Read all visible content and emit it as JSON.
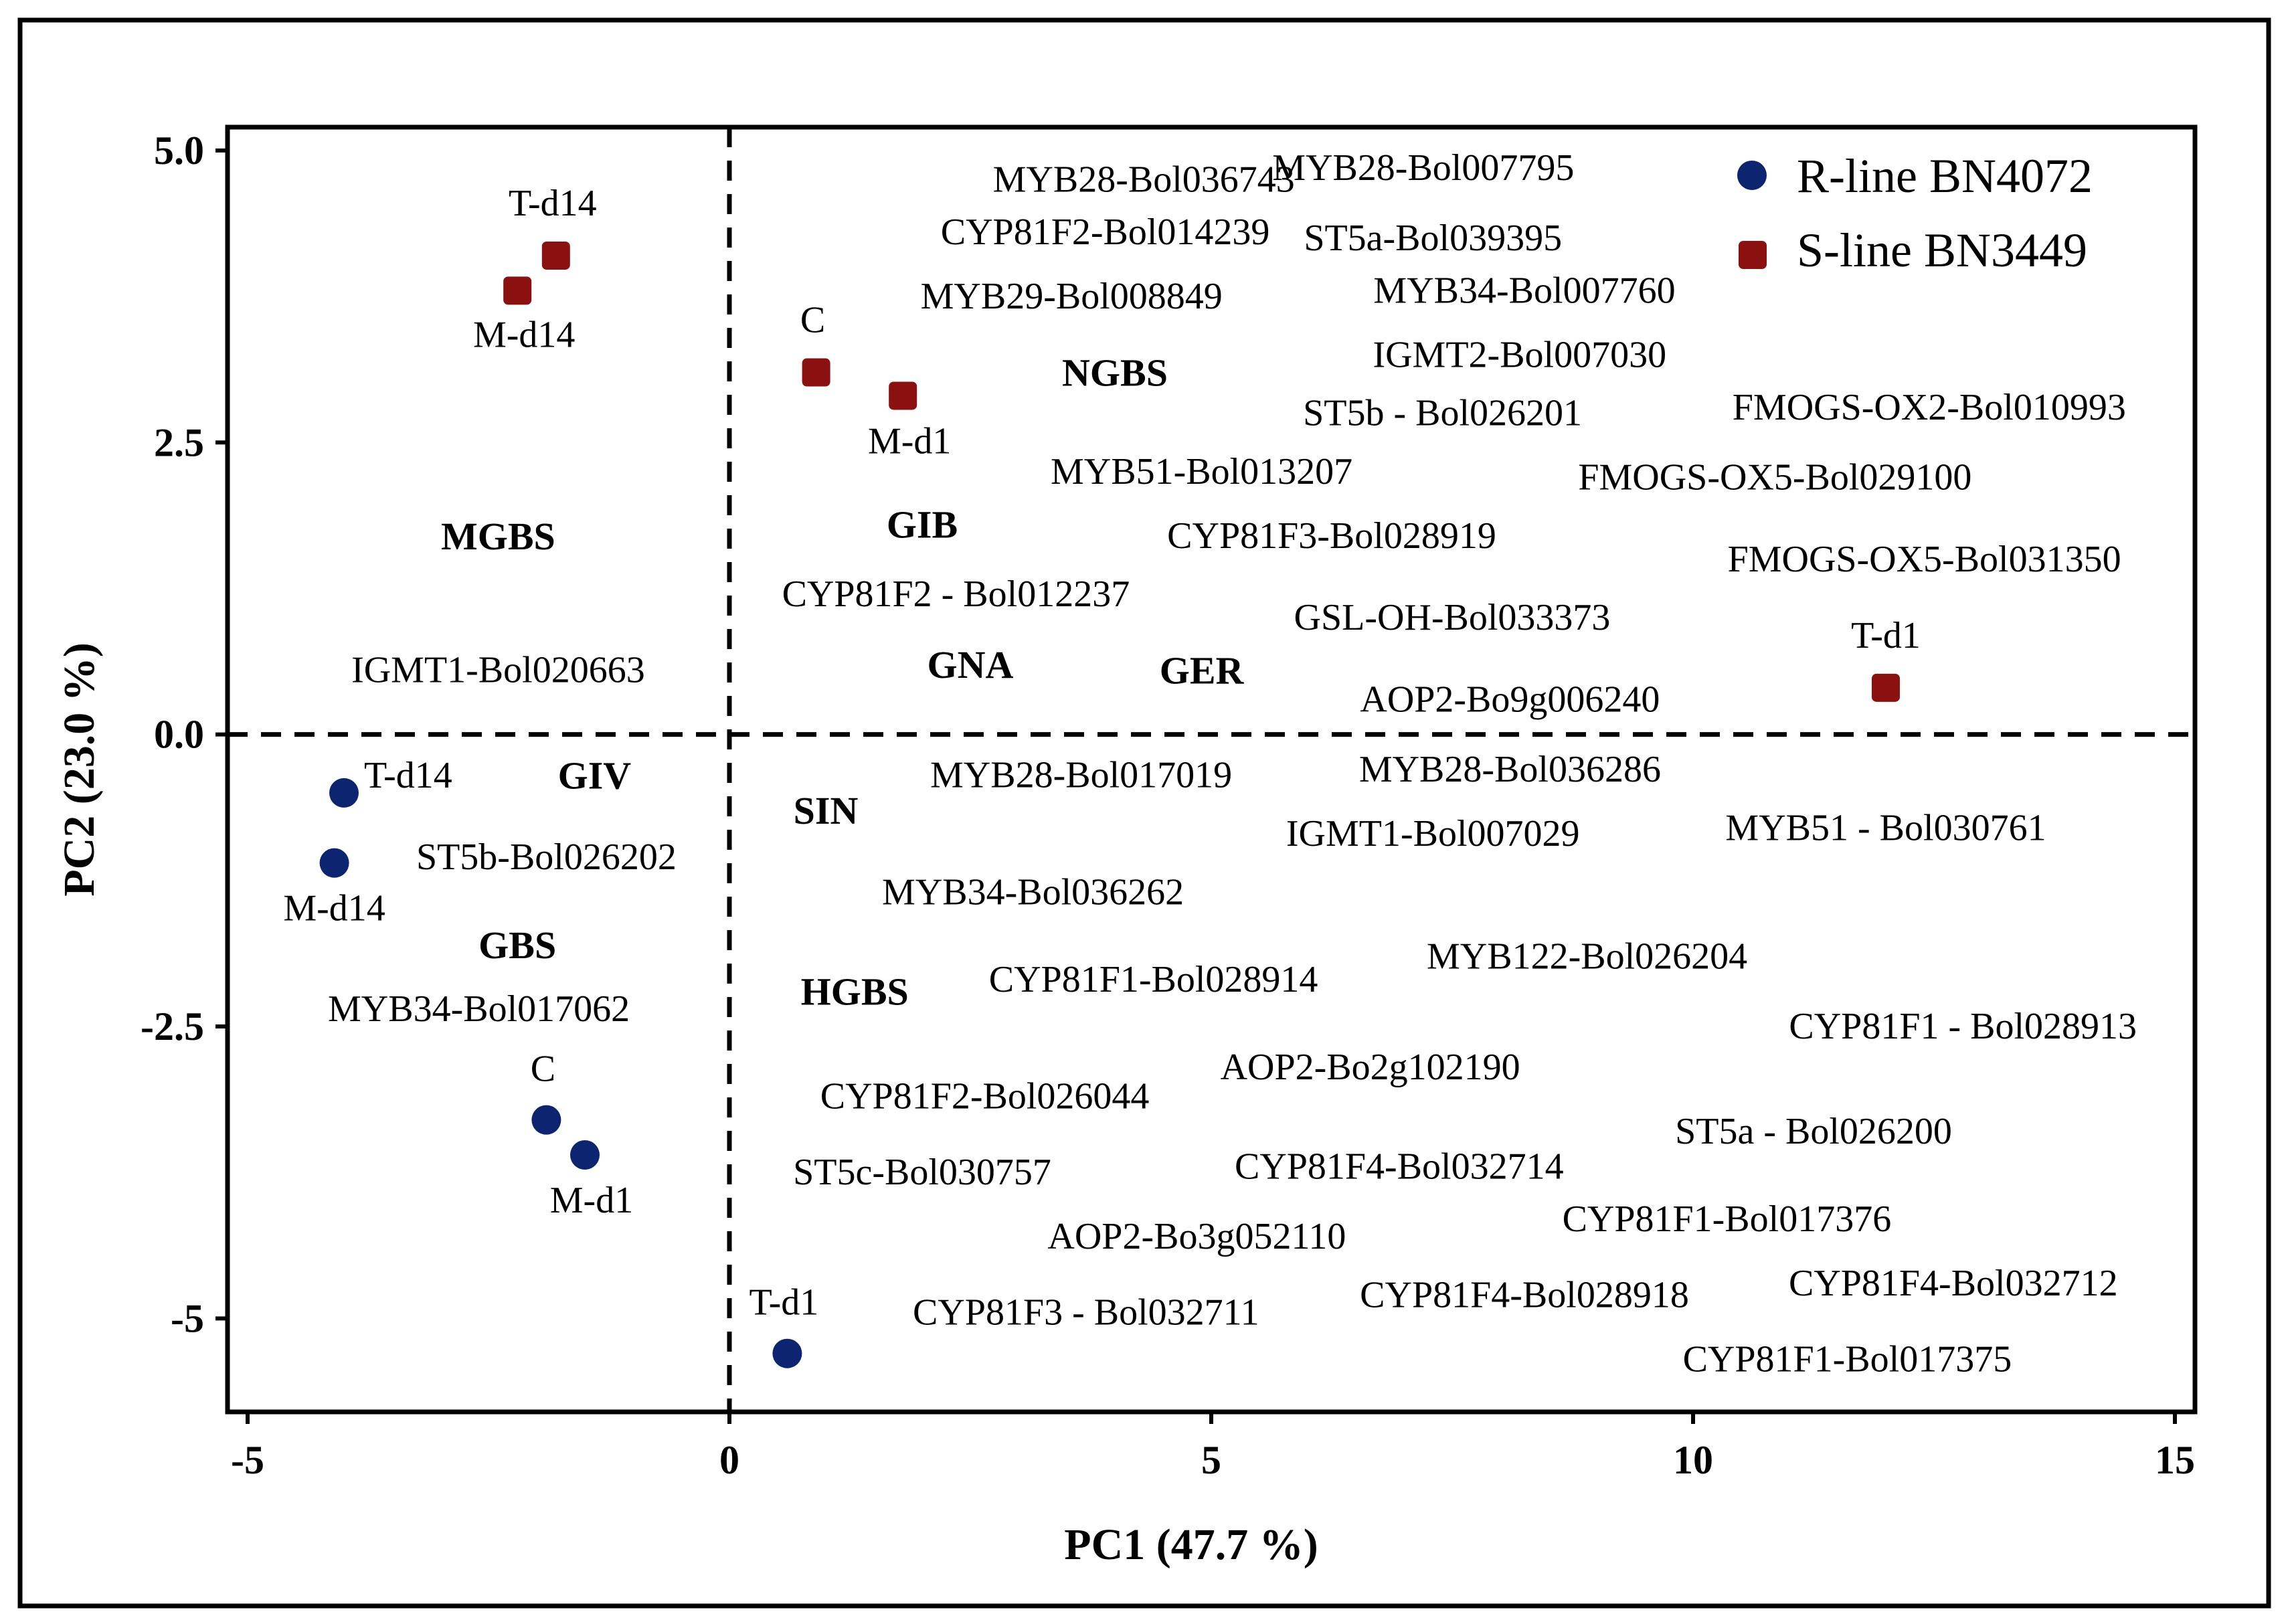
{
  "chart_data": {
    "type": "scatter",
    "title": "",
    "xlabel": "PC1 (47.7 %)",
    "ylabel": "PC2 (23.0 %)",
    "xlim": [
      -5,
      15
    ],
    "ylim": [
      -5.8,
      5.2
    ],
    "x_ticks": [
      {
        "value": -5,
        "label": "-5"
      },
      {
        "value": 0,
        "label": "0"
      },
      {
        "value": 5,
        "label": "5"
      },
      {
        "value": 10,
        "label": "10"
      },
      {
        "value": 15,
        "label": "15"
      }
    ],
    "y_ticks": [
      {
        "value": 5,
        "label": "5.0"
      },
      {
        "value": 2.5,
        "label": "2.5"
      },
      {
        "value": 0,
        "label": "0.0"
      },
      {
        "value": -2.5,
        "label": "-2.5"
      },
      {
        "value": -5,
        "label": "-5"
      }
    ],
    "reference_lines": {
      "x": 0,
      "y": 0,
      "style": "dashed"
    },
    "legend_position": "top-right",
    "series": [
      {
        "name": "R-line BN4072",
        "marker": "circle",
        "color": "#0d2470",
        "points": [
          {
            "x": -4.0,
            "y": -0.5,
            "label": "T-d14"
          },
          {
            "x": -4.1,
            "y": -1.1,
            "label": "M-d14"
          },
          {
            "x": -1.9,
            "y": -3.3,
            "label": "C"
          },
          {
            "x": -1.5,
            "y": -3.6,
            "label": "M-d1"
          },
          {
            "x": 0.6,
            "y": -5.3,
            "label": "T-d1"
          }
        ]
      },
      {
        "name": "S-line BN3449",
        "marker": "square",
        "color": "#8b1010",
        "points": [
          {
            "x": -1.8,
            "y": 4.1,
            "label": "T-d14"
          },
          {
            "x": -2.2,
            "y": 3.8,
            "label": "M-d14"
          },
          {
            "x": 0.9,
            "y": 3.1,
            "label": "C"
          },
          {
            "x": 1.8,
            "y": 2.9,
            "label": "M-d1"
          },
          {
            "x": 12.0,
            "y": 0.4,
            "label": "T-d1"
          }
        ]
      }
    ],
    "metabolite_labels": [
      {
        "x": -2.4,
        "y": 1.7,
        "text": "MGBS"
      },
      {
        "x": 2.0,
        "y": 1.8,
        "text": "GIB"
      },
      {
        "x": 4.0,
        "y": 3.1,
        "text": "NGBS"
      },
      {
        "x": 2.5,
        "y": 0.6,
        "text": "GNA"
      },
      {
        "x": 4.9,
        "y": 0.55,
        "text": "GER"
      },
      {
        "x": -1.4,
        "y": -0.35,
        "text": "GIV"
      },
      {
        "x": 1.0,
        "y": -0.65,
        "text": "SIN"
      },
      {
        "x": -2.2,
        "y": -1.8,
        "text": "GBS"
      },
      {
        "x": 1.3,
        "y": -2.2,
        "text": "HGBS"
      }
    ],
    "gene_labels": [
      {
        "x": 4.3,
        "y": 4.75,
        "text": "MYB28-Bol036743"
      },
      {
        "x": 7.2,
        "y": 4.85,
        "text": "MYB28-Bol007795"
      },
      {
        "x": 3.9,
        "y": 4.3,
        "text": "CYP81F2-Bol014239"
      },
      {
        "x": 7.3,
        "y": 4.25,
        "text": "ST5a-Bol039395"
      },
      {
        "x": 3.55,
        "y": 3.75,
        "text": "MYB29-Bol008849"
      },
      {
        "x": 8.25,
        "y": 3.8,
        "text": "MYB34-Bol007760"
      },
      {
        "x": 8.2,
        "y": 3.25,
        "text": "IGMT2-Bol007030"
      },
      {
        "x": 7.4,
        "y": 2.75,
        "text": "ST5b - Bol026201"
      },
      {
        "x": 12.45,
        "y": 2.8,
        "text": "FMOGS-OX2-Bol010993"
      },
      {
        "x": 4.9,
        "y": 2.25,
        "text": "MYB51-Bol013207"
      },
      {
        "x": 10.85,
        "y": 2.2,
        "text": "FMOGS-OX5-Bol029100"
      },
      {
        "x": 6.25,
        "y": 1.7,
        "text": "CYP81F3-Bol028919"
      },
      {
        "x": 12.4,
        "y": 1.5,
        "text": "FMOGS-OX5-Bol031350"
      },
      {
        "x": 2.35,
        "y": 1.2,
        "text": "CYP81F2 - Bol012237"
      },
      {
        "x": 7.5,
        "y": 1.0,
        "text": "GSL-OH-Bol033373"
      },
      {
        "x": -2.4,
        "y": 0.55,
        "text": "IGMT1-Bol020663"
      },
      {
        "x": 8.1,
        "y": 0.3,
        "text": "AOP2-Bo9g006240"
      },
      {
        "x": 3.65,
        "y": -0.35,
        "text": "MYB28-Bol017019"
      },
      {
        "x": 8.1,
        "y": -0.3,
        "text": "MYB28-Bol036286"
      },
      {
        "x": 7.3,
        "y": -0.85,
        "text": "IGMT1-Bol007029"
      },
      {
        "x": 12.0,
        "y": -0.8,
        "text": "MYB51 - Bol030761"
      },
      {
        "x": -1.9,
        "y": -1.05,
        "text": "ST5b-Bol026202"
      },
      {
        "x": 3.15,
        "y": -1.35,
        "text": "MYB34-Bol036262"
      },
      {
        "x": 8.9,
        "y": -1.9,
        "text": "MYB122-Bol026204"
      },
      {
        "x": -2.6,
        "y": -2.35,
        "text": "MYB34-Bol017062"
      },
      {
        "x": 4.4,
        "y": -2.1,
        "text": "CYP81F1-Bol028914"
      },
      {
        "x": 12.8,
        "y": -2.5,
        "text": "CYP81F1 - Bol028913"
      },
      {
        "x": 6.65,
        "y": -2.85,
        "text": "AOP2-Bo2g102190"
      },
      {
        "x": 2.65,
        "y": -3.1,
        "text": "CYP81F2-Bol026044"
      },
      {
        "x": 11.25,
        "y": -3.4,
        "text": "ST5a - Bol026200"
      },
      {
        "x": 6.95,
        "y": -3.7,
        "text": "CYP81F4-Bol032714"
      },
      {
        "x": 2.0,
        "y": -3.75,
        "text": "ST5c-Bol030757"
      },
      {
        "x": 10.35,
        "y": -4.15,
        "text": "CYP81F1-Bol017376"
      },
      {
        "x": 4.85,
        "y": -4.3,
        "text": "AOP2-Bo3g052110"
      },
      {
        "x": 8.25,
        "y": -4.8,
        "text": "CYP81F4-Bol028918"
      },
      {
        "x": 12.7,
        "y": -4.7,
        "text": "CYP81F4-Bol032712"
      },
      {
        "x": 3.7,
        "y": -4.95,
        "text": "CYP81F3 - Bol032711"
      },
      {
        "x": 11.6,
        "y": -5.35,
        "text": "CYP81F1-Bol017375"
      }
    ]
  }
}
